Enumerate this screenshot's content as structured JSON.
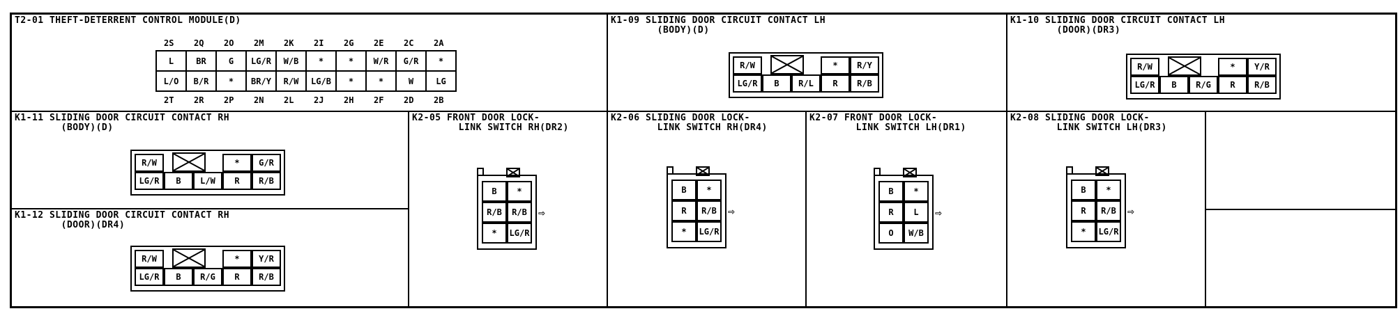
{
  "t2_01": {
    "title": "T2-01 THEFT-DETERRENT CONTROL MODULE(D)",
    "top_labels": [
      "2S",
      "2Q",
      "2O",
      "2M",
      "2K",
      "2I",
      "2G",
      "2E",
      "2C",
      "2A"
    ],
    "row1": [
      "L",
      "BR",
      "G",
      "LG/R",
      "W/B",
      "*",
      "*",
      "W/R",
      "G/R",
      "*"
    ],
    "row2": [
      "L/O",
      "B/R",
      "*",
      "BR/Y",
      "R/W",
      "LG/B",
      "*",
      "*",
      "W",
      "LG"
    ],
    "bottom_labels": [
      "2T",
      "2R",
      "2P",
      "2N",
      "2L",
      "2J",
      "2H",
      "2F",
      "2D",
      "2B"
    ]
  },
  "k1_09": {
    "title": "K1-09 SLIDING DOOR CIRCUIT CONTACT LH\n        (BODY)(D)",
    "row1": [
      "R/W",
      "*",
      "R/Y"
    ],
    "row2": [
      "LG/R",
      "B",
      "R/L",
      "R",
      "R/B"
    ]
  },
  "k1_10": {
    "title": "K1-10 SLIDING DOOR CIRCUIT CONTACT LH\n        (DOOR)(DR3)",
    "row1": [
      "R/W",
      "*",
      "Y/R"
    ],
    "row2": [
      "LG/R",
      "B",
      "R/G",
      "R",
      "R/B"
    ]
  },
  "k1_11": {
    "title": "K1-11 SLIDING DOOR CIRCUIT CONTACT RH\n        (BODY)(D)",
    "row1": [
      "R/W",
      "*",
      "G/R"
    ],
    "row2": [
      "LG/R",
      "B",
      "L/W",
      "R",
      "R/B"
    ]
  },
  "k1_12": {
    "title": "K1-12 SLIDING DOOR CIRCUIT CONTACT RH\n        (DOOR)(DR4)",
    "row1": [
      "R/W",
      "*",
      "Y/R"
    ],
    "row2": [
      "LG/R",
      "B",
      "R/G",
      "R",
      "R/B"
    ]
  },
  "k2_05": {
    "title": "K2-05 FRONT DOOR LOCK-\n        LINK SWITCH RH(DR2)",
    "pins": [
      [
        "B",
        "*"
      ],
      [
        "R/B",
        "R/B"
      ],
      [
        "*",
        "LG/R"
      ]
    ]
  },
  "k2_06": {
    "title": "K2-06 SLIDING DOOR LOCK-\n        LINK SWITCH RH(DR4)",
    "pins": [
      [
        "B",
        "*"
      ],
      [
        "R",
        "R/B"
      ],
      [
        "*",
        "LG/R"
      ]
    ]
  },
  "k2_07": {
    "title": "K2-07 FRONT DOOR LOCK-\n        LINK SWITCH LH(DR1)",
    "pins": [
      [
        "B",
        "*"
      ],
      [
        "R",
        "L"
      ],
      [
        "O",
        "W/B"
      ]
    ]
  },
  "k2_08": {
    "title": "K2-08 SLIDING DOOR LOCK-\n        LINK SWITCH LH(DR3)",
    "pins": [
      [
        "B",
        "*"
      ],
      [
        "R",
        "R/B"
      ],
      [
        "*",
        "LG/R"
      ]
    ]
  }
}
